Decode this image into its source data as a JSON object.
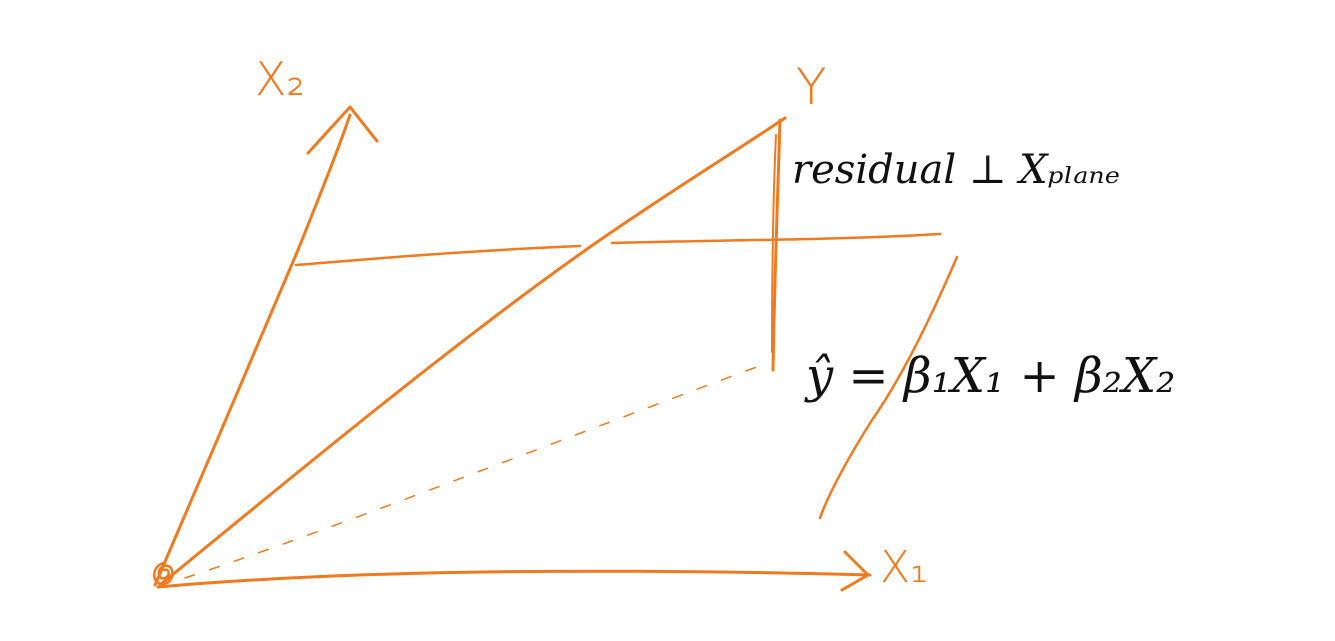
{
  "labels": {
    "x2": "X₂",
    "y": "Y",
    "x1": "X₁",
    "residual": "residual ⊥ Xₚₗₐₙₑ",
    "yhat": "ŷ = β₁X₁ + β₂X₂"
  },
  "colors": {
    "orange": "#f07a1f",
    "ink": "#111111",
    "background": "#ffffff"
  }
}
